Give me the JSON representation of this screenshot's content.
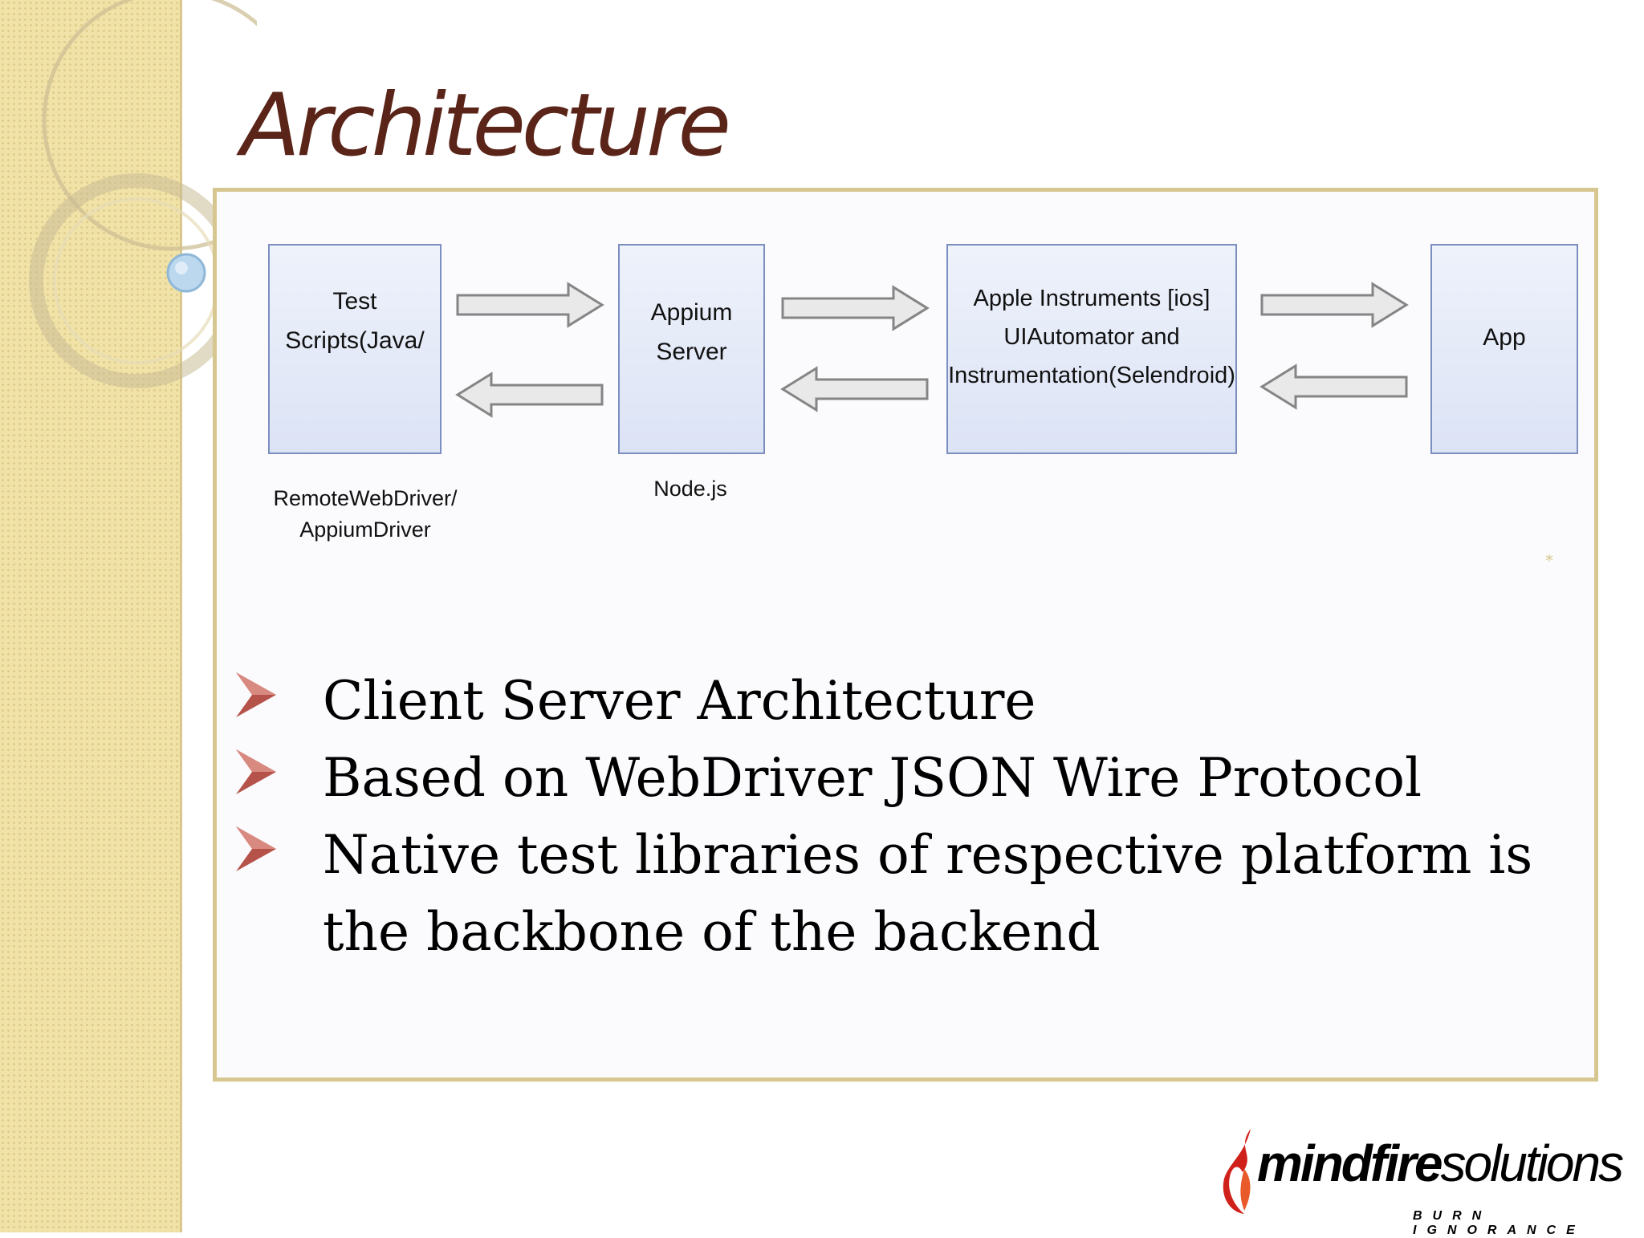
{
  "slide": {
    "title": "Architecture"
  },
  "diagram": {
    "nodes": [
      {
        "id": "client",
        "label": "Test\nScripts(Java/",
        "sublabel": "RemoteWebDriver/\nAppiumDriver"
      },
      {
        "id": "server",
        "label": "Appium\nServer",
        "sublabel": "Node.js"
      },
      {
        "id": "backend",
        "label": "Apple Instruments [ios]\nUIAutomator and\nInstrumentation(Selendroid)",
        "sublabel": ""
      },
      {
        "id": "app",
        "label": "App",
        "sublabel": ""
      }
    ],
    "edges": [
      {
        "from": "client",
        "to": "server"
      },
      {
        "from": "server",
        "to": "client"
      },
      {
        "from": "server",
        "to": "backend"
      },
      {
        "from": "backend",
        "to": "server"
      },
      {
        "from": "backend",
        "to": "app"
      },
      {
        "from": "app",
        "to": "backend"
      }
    ]
  },
  "bullets": [
    "Client Server Architecture",
    "Based on WebDriver JSON Wire Protocol",
    "Native test libraries of respective platform is the backbone of the backend"
  ],
  "logo": {
    "brand_bold": "mindfire",
    "brand_light": "solutions",
    "tagline": "BURN IGNORANCE"
  },
  "colors": {
    "title": "#5a2418",
    "bullet_marker": "#b5534a",
    "node_border": "#7c8ec0",
    "frame_border": "#d6c68f",
    "logo_flame": "#d0201a"
  }
}
